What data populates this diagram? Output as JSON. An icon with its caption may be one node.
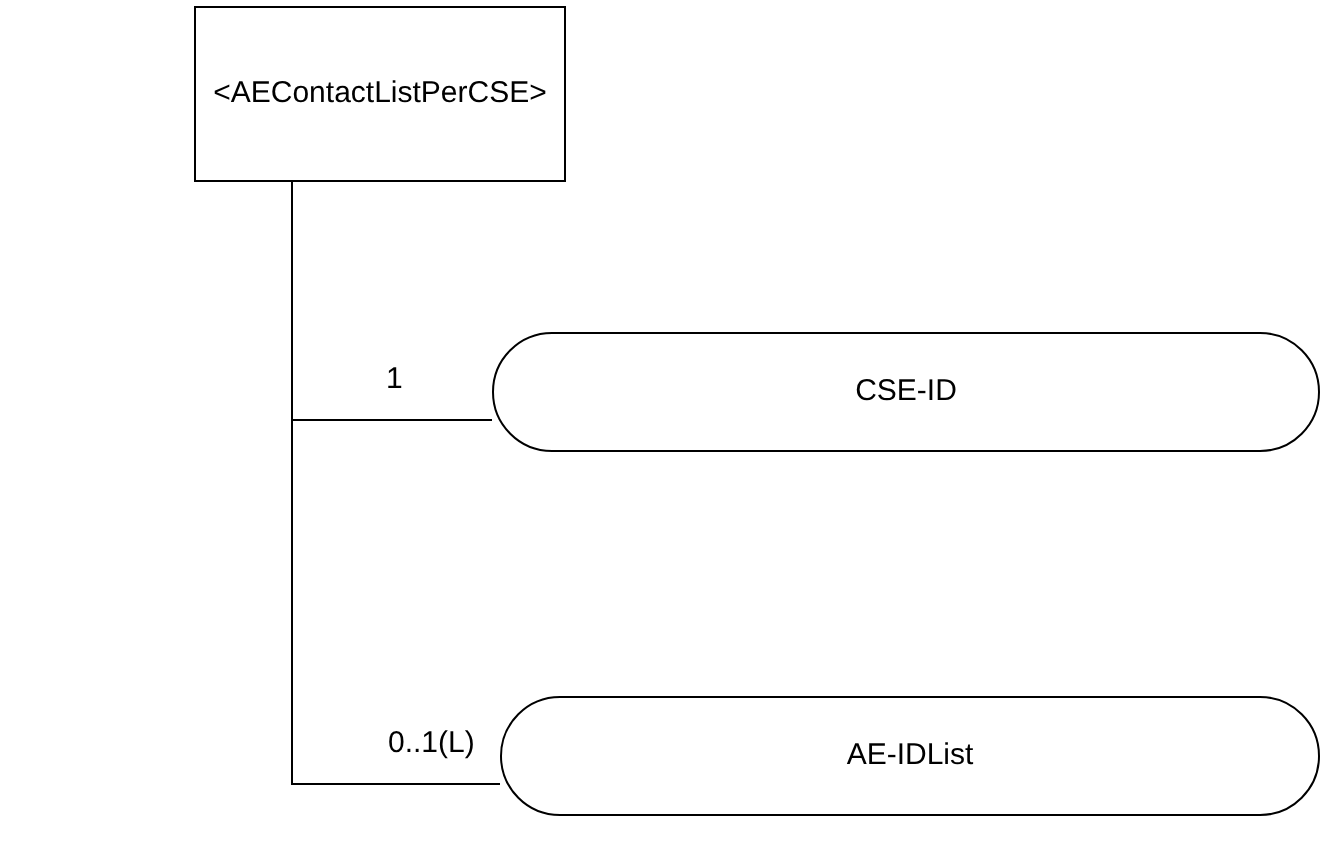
{
  "diagram": {
    "nodes": [
      {
        "text": [
          "<AEContactListPerCSE>"
        ]
      },
      {
        "text": [
          "CSE-ID"
        ]
      },
      {
        "text": [
          "AE-IDList"
        ]
      }
    ],
    "edges": [
      {
        "from": 0,
        "to": 1,
        "arrow": "none",
        "label": "1"
      },
      {
        "from": 0,
        "to": 2,
        "arrow": "none",
        "label": "0..1(L)"
      }
    ]
  }
}
